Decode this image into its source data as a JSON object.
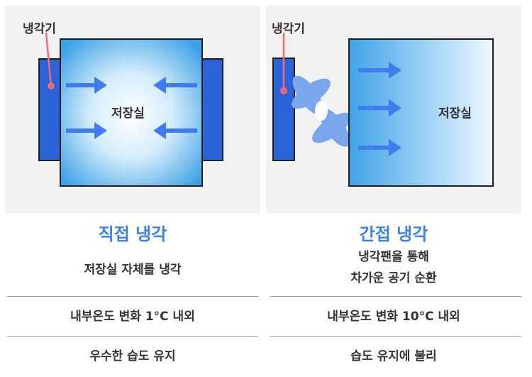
{
  "direct": {
    "cooler_label": "냉각기",
    "room_label": "저장실",
    "title": "직접 냉각",
    "desc": "저장실 자체를 냉각",
    "temp": "내부온도 변화 1°C 내외",
    "humidity": "우수한 습도 유지"
  },
  "indirect": {
    "cooler_label": "냉각기",
    "room_label": "저장실",
    "title": "간접 냉각",
    "desc_line1": "냉각팬을 통해",
    "desc_line2": "차가운 공기 순환",
    "temp": "내부온도 변화 10°C 내외",
    "humidity": "습도 유지에 불리"
  },
  "colors": {
    "accent": "#3b82f0",
    "cooler": "#2b63d8",
    "arrow": "#3f7cf0",
    "fan": "#7aa6ee",
    "pointer": "#f06b78"
  }
}
